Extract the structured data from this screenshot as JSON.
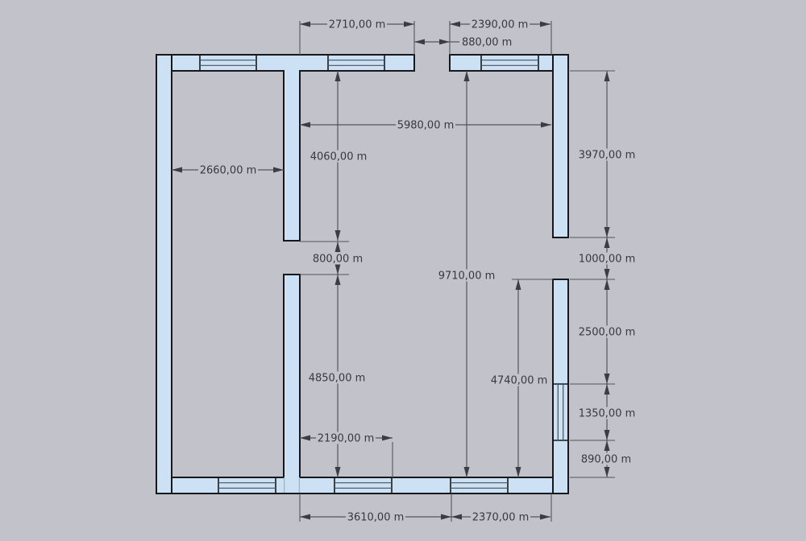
{
  "drawing": {
    "type": "floor-plan",
    "unit": "m",
    "colors": {
      "background": "#c2c3ca",
      "wall_fill": "#cce1f3",
      "wall_outline": "#17181c",
      "window_glazing_line": "#45535e",
      "dimension_line": "#54545a",
      "arrow": "#3c3c42",
      "dimension_text": "#38383d"
    }
  },
  "dimensions": {
    "top_width_left": "2710,00 m",
    "top_width_right": "2390,00 m",
    "top_door_width": "880,00 m",
    "inner_width": "5980,00 m",
    "left_room_width": "2660,00 m",
    "partition_upper_length": "4060,00 m",
    "right_wall_upper_length": "3970,00 m",
    "partition_gap": "800,00 m",
    "right_wall_gap": "1000,00 m",
    "inner_height": "9710,00 m",
    "right_segment_upper": "2500,00 m",
    "partition_lower_length": "4850,00 m",
    "right_wall_lower_length": "4740,00 m",
    "right_window_height": "1350,00 m",
    "partition_to_window": "2190,00 m",
    "right_segment_below_window": "890,00 m",
    "bottom_width_left": "3610,00 m",
    "bottom_width_right": "2370,00 m"
  }
}
